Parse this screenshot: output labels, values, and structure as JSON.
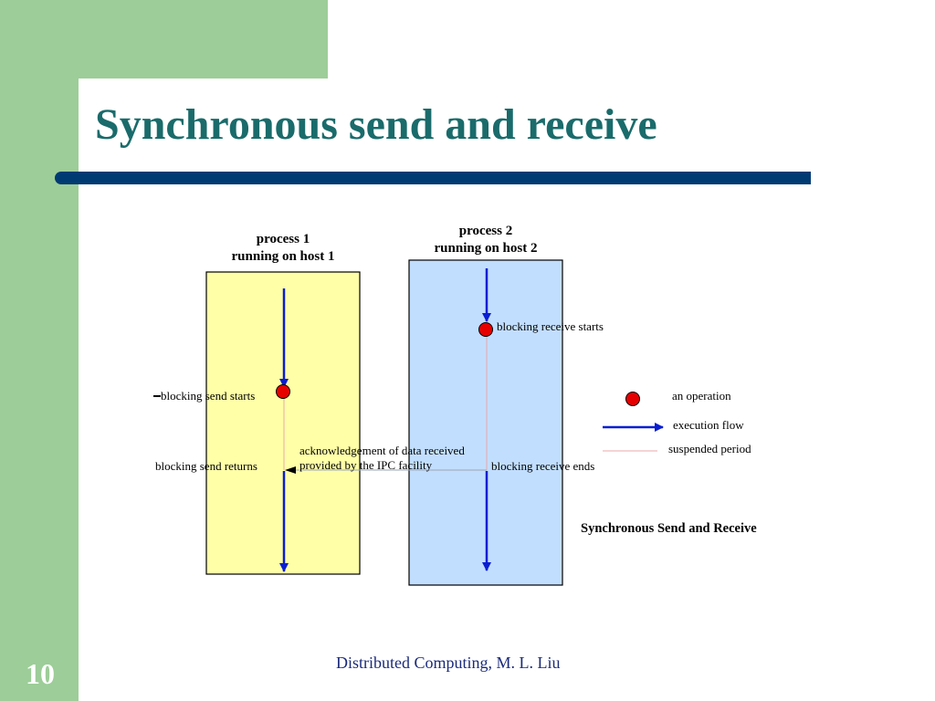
{
  "slide": {
    "title": "Synchronous send and receive",
    "number": "10",
    "footer": "Distributed Computing, M. L. Liu"
  },
  "diagram": {
    "process1": {
      "line1": "process 1",
      "line2": "running on host 1"
    },
    "process2": {
      "line1": "process 2",
      "line2": "running on host 2"
    },
    "labels": {
      "blocking_send_starts": "blocking send starts",
      "blocking_send_returns": "blocking send returns",
      "blocking_receive_starts": "blocking receive starts",
      "blocking_receive_ends": "blocking receive ends",
      "ack_line1": "acknowledgement of data received",
      "ack_line2": "provided by the IPC facility"
    },
    "legend": {
      "operation": "an operation",
      "execution_flow": "execution flow",
      "suspended_period": "suspended period"
    },
    "caption": "Synchronous Send and Receive",
    "colors": {
      "process1_fill": "#ffffa8",
      "process2_fill": "#c2deff",
      "arrow": "#0a1ed2",
      "operation": "#e60000",
      "suspended": "#e8a8a8"
    }
  }
}
